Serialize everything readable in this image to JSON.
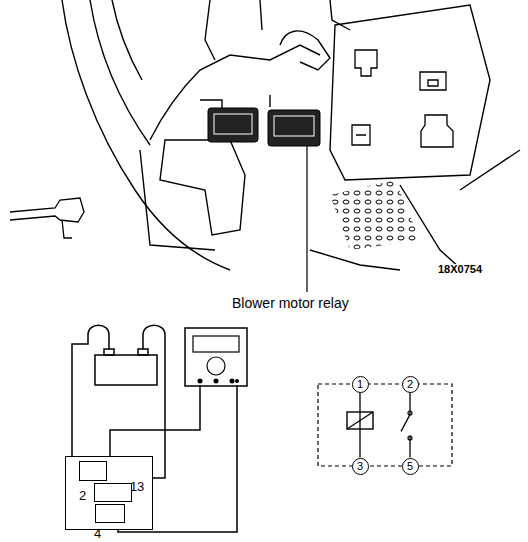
{
  "diagram": {
    "nodes": [
      {
        "text": [
          "1",
          "3"
        ]
      },
      {
        "text": [
          "2"
        ],
        "in": 0
      },
      {
        "text": [
          "4"
        ],
        "in": 0
      },
      {
        "text": [
          "5"
        ],
        "in": 0
      },
      {
        "text": [
          "1"
        ]
      },
      {
        "text": [
          "2"
        ]
      },
      {
        "text": [
          "3"
        ]
      },
      {
        "text": [
          "5"
        ]
      }
    ],
    "edges": [
      {
        "from": 4,
        "to": 6,
        "arrow": "none"
      },
      {
        "from": 5,
        "to": 7,
        "arrow": "none"
      }
    ],
    "labels": [
      "18X0754",
      "Blower motor relay"
    ]
  }
}
